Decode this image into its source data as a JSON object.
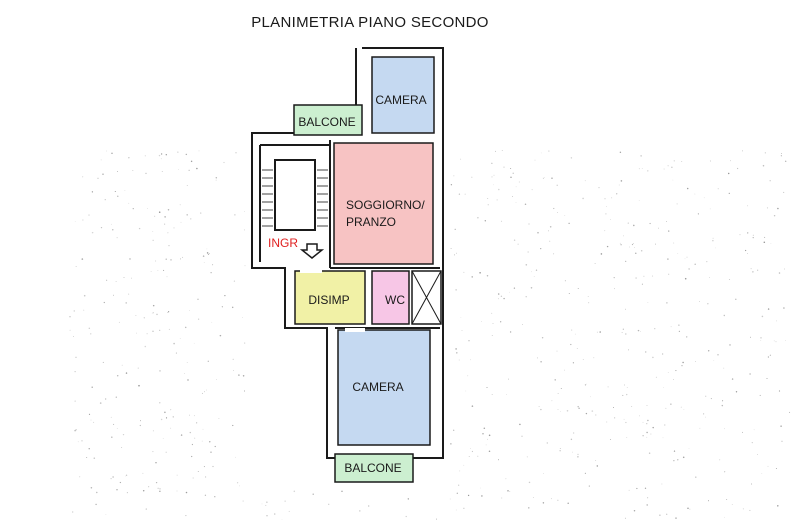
{
  "title": "PLANIMETRIA PIANO SECONDO",
  "entrance_label": "INGR",
  "colors": {
    "camera": "#c5d9f1",
    "soggiorno": "#f7c3c3",
    "balcone": "#ccefd0",
    "disimp": "#f1f1a6",
    "wc": "#f7c6e6",
    "entrance_text": "#e02020",
    "wall": "#1a1a1a"
  },
  "rooms": {
    "camera_top": "CAMERA",
    "balcone_top": "BALCONE",
    "soggiorno_line1": "SOGGIORNO/",
    "soggiorno_line2": "PRANZO",
    "disimp": "DISIMP",
    "wc": "WC",
    "camera_bottom": "CAMERA",
    "balcone_bottom": "BALCONE"
  },
  "icons": {
    "entrance_arrow": "down-arrow-icon",
    "shaft": "cross-hatch-icon"
  }
}
